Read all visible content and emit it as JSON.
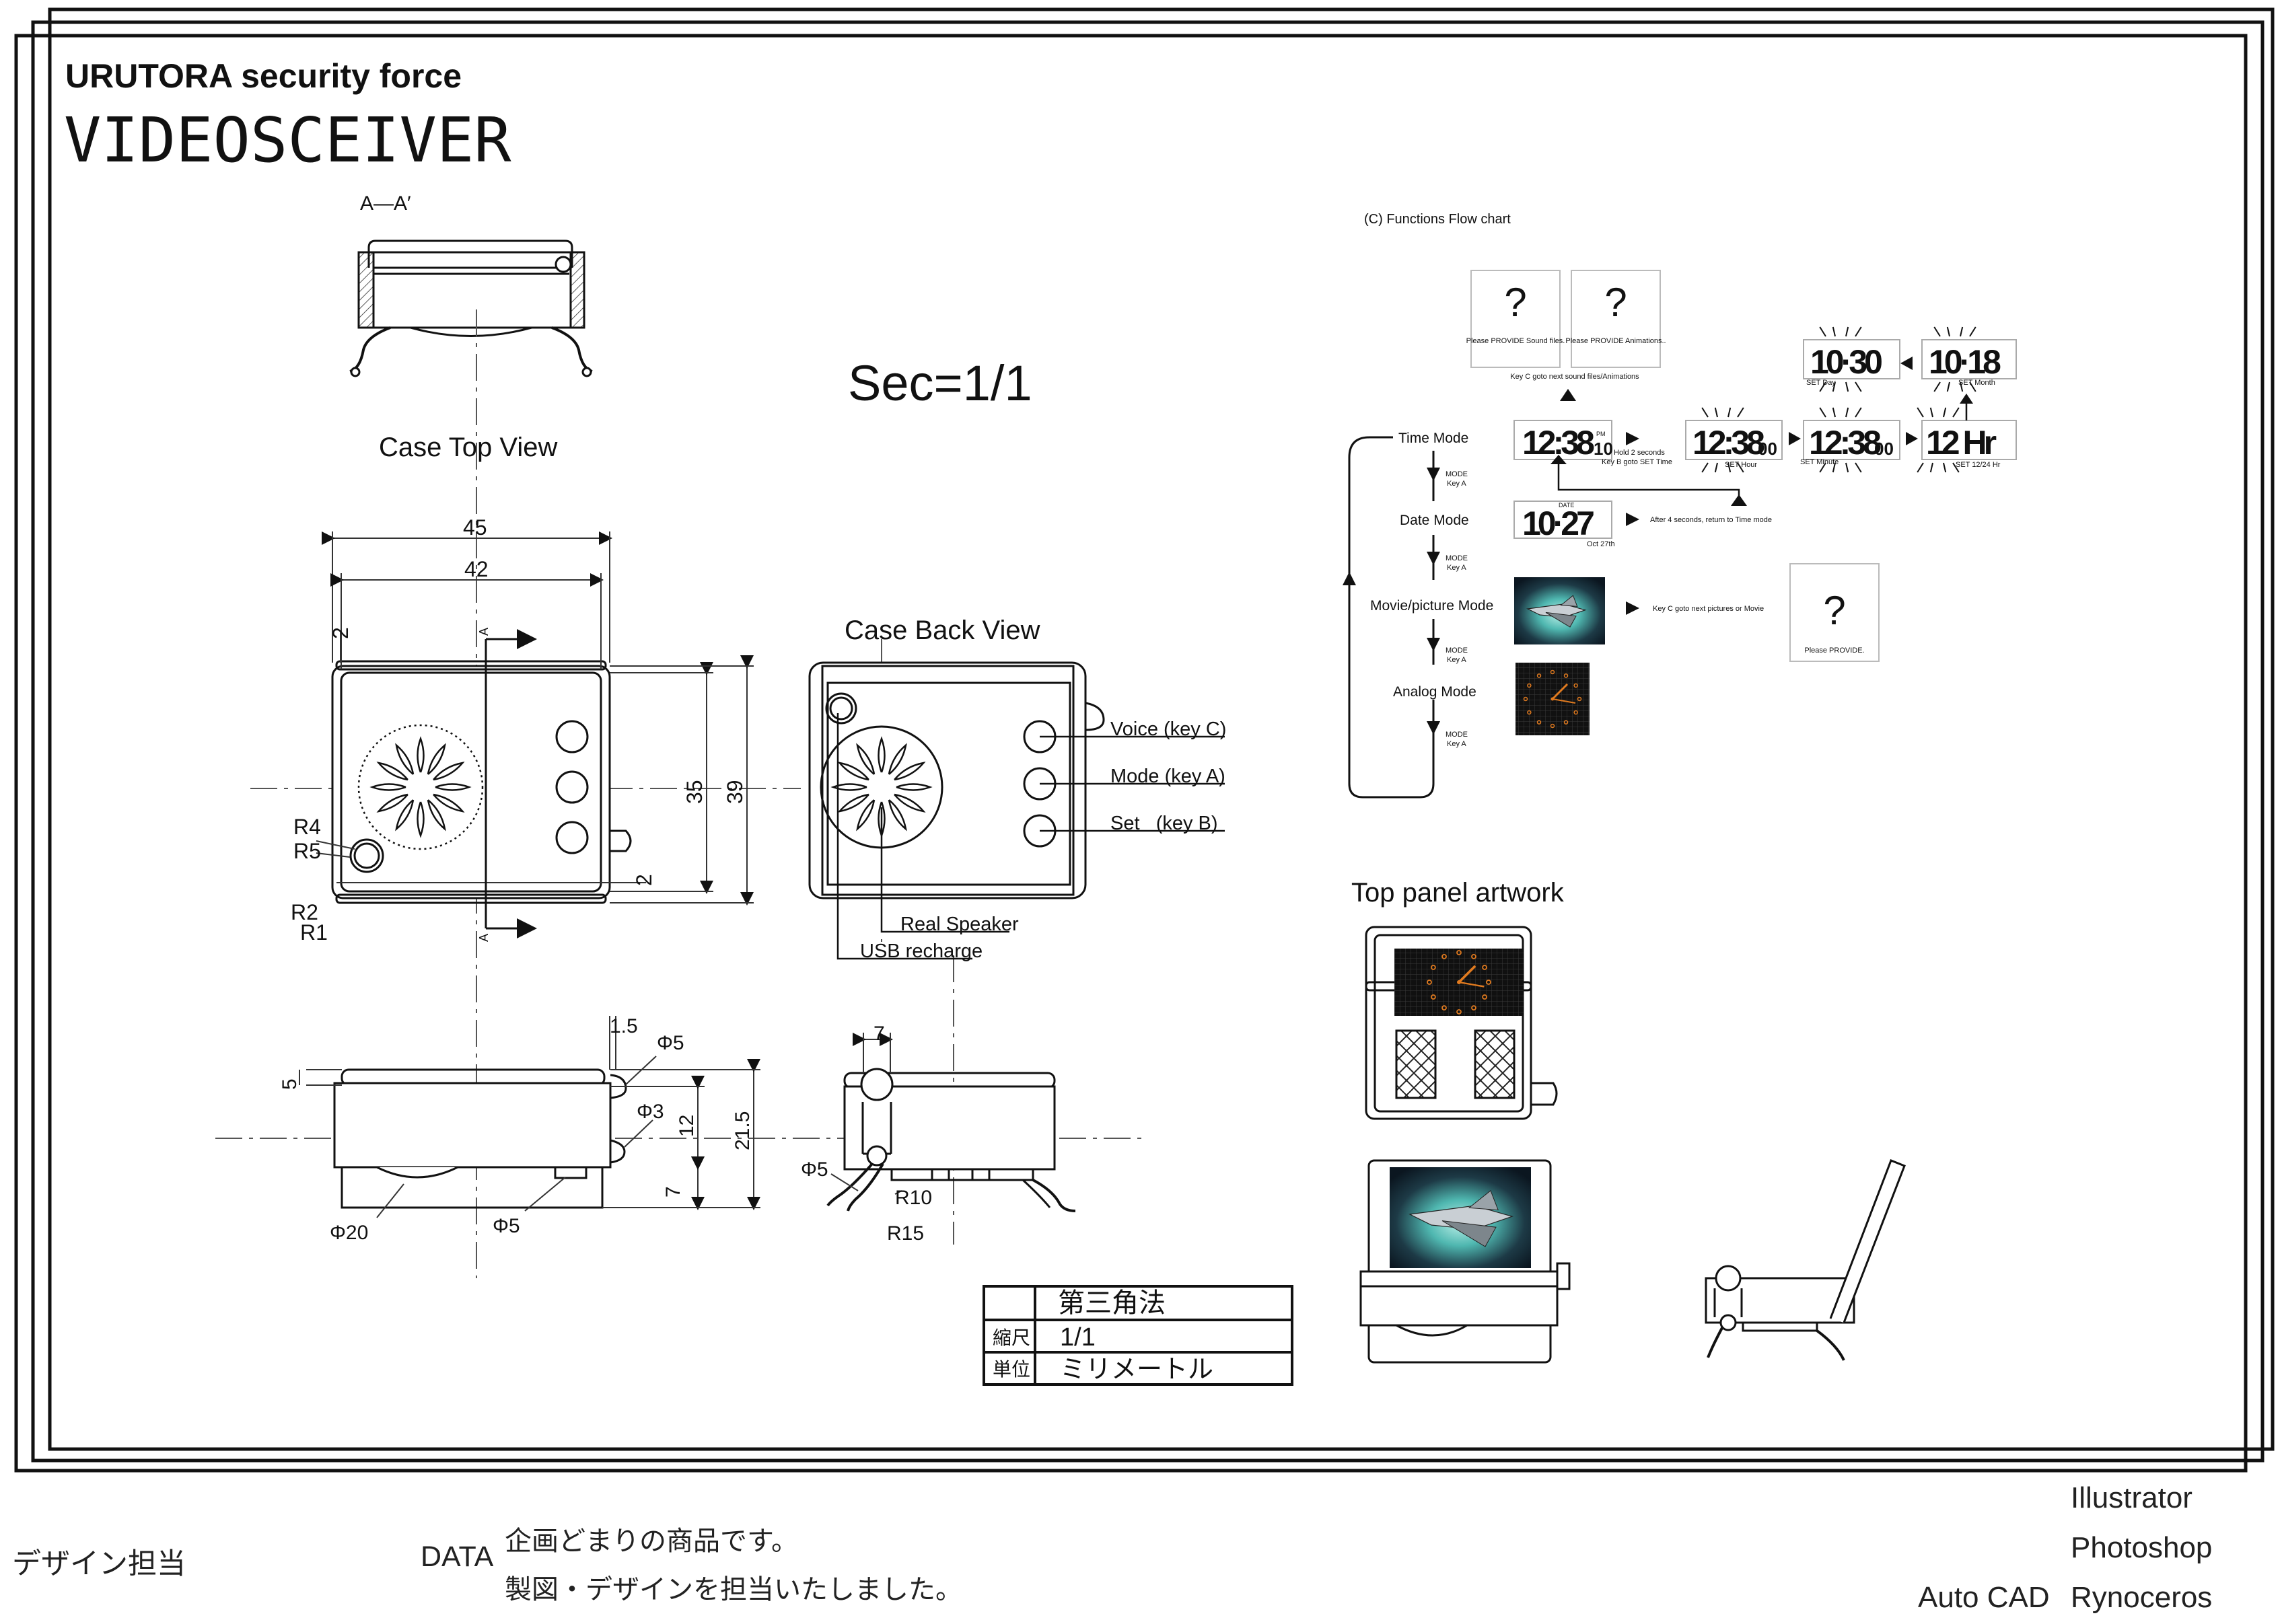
{
  "header": {
    "company": "URUTORA security force",
    "product": "VIDEOSCEIVER"
  },
  "section": {
    "label": "A—A′"
  },
  "scale_label": "Sec=1/1",
  "views": {
    "case_top": "Case Top View",
    "case_back": "Case Back View",
    "top_panel": "Top panel artwork"
  },
  "dimensions": {
    "w45": "45",
    "w42": "42",
    "h35": "35",
    "h39": "39",
    "top2": "2",
    "bottom2": "2",
    "r4": "R4",
    "r5": "R5",
    "r2": "R2",
    "r1": "R1",
    "d15": "1.5",
    "phi5_top": "Φ5",
    "d5": "5",
    "phi3": "Φ3",
    "d12": "12",
    "d215": "21.5",
    "d7": "7",
    "phi20": "Φ20",
    "phi5_bottom": "Φ5",
    "side7": "7",
    "side_phi5": "Φ5",
    "r10": "R10",
    "r15": "R15",
    "a_marker": "A"
  },
  "callouts": {
    "voice": "Voice (key C)",
    "mode": "Mode (key A)",
    "set": "Set   (key B)",
    "speaker": "Real Speaker",
    "usb": "USB recharge"
  },
  "title_block": {
    "projection": "第三角法",
    "scale_label": "縮尺",
    "scale_value": "1/1",
    "unit_label": "単位",
    "unit_value": "ミリメートル"
  },
  "flowchart": {
    "title": "(C) Functions Flow chart",
    "placeholder_mark": "?",
    "sound_placeholder": "Please PROVIDE Sound files.",
    "anim_placeholder": "Please PROVIDE Animations..",
    "movie_placeholder": "Please PROVIDE.",
    "key_c_sound": "Key C goto next sound files/Animations",
    "modes": {
      "time": "Time Mode",
      "date": "Date Mode",
      "movie": "Movie/picture Mode",
      "analog": "Analog Mode"
    },
    "mode_key": "MODE",
    "key_a": "Key A",
    "lcd": {
      "time": "12:38",
      "time_small": "10",
      "set_hour": "12:38",
      "set_hour_small": "00",
      "set_minute": "12:38",
      "set_minute_small": "00",
      "hr": "12 Hr",
      "day": "10·30",
      "month": "10·18",
      "date": "10·27",
      "date_tag": "DATE",
      "pm_tag": "PM"
    },
    "notes": {
      "hold": "Hold 2 seconds",
      "key_b": "Key B goto SET Time",
      "set_hour": "SET Hour",
      "set_minute": "SET Minute",
      "set_1224": "SET 12/24 Hr",
      "set_day": "SET Day",
      "set_month": "SET Month",
      "after4": "After 4 seconds, return to Time mode",
      "oct": "Oct 27th",
      "key_c_pictures": "Key C goto next pictures or Movie"
    }
  },
  "footer": {
    "design_label": "デザイン担当",
    "data_label": "DATA",
    "desc_line1": "企画どまりの商品です。",
    "desc_line2": "製図・デザインを担当いたしました。",
    "tool_illustrator": "Illustrator",
    "tool_photoshop": "Photoshop",
    "tool_autocad": "Auto CAD",
    "tool_rynoceros": "Rynoceros"
  },
  "colors": {
    "line": "#1a1a1a",
    "clock_hand": "#e07a1f",
    "clock_bg": "#101010",
    "screen_glow": "#4fb7b0"
  }
}
